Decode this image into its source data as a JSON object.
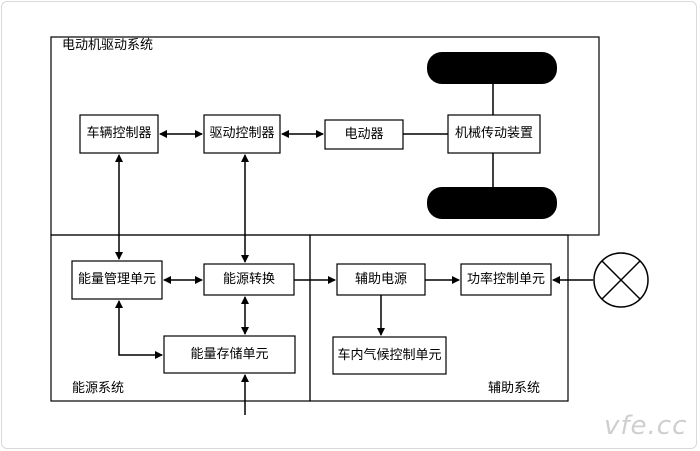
{
  "regions": {
    "motor_drive_system": "电动机驱动系统",
    "energy_system": "能源系统",
    "auxiliary_system": "辅助系统"
  },
  "blocks": {
    "vehicle_controller": "车辆控制器",
    "drive_controller": "驱动控制器",
    "motor": "电动器",
    "mechanical_transmission": "机械传动装置",
    "energy_management_unit": "能量管理单元",
    "energy_conversion": "能源转换",
    "energy_storage_unit": "能量存储单元",
    "auxiliary_power": "辅助电源",
    "power_control_unit": "功率控制单元",
    "climate_control_unit": "车内气候控制单元"
  },
  "watermark": "vfe.cc"
}
